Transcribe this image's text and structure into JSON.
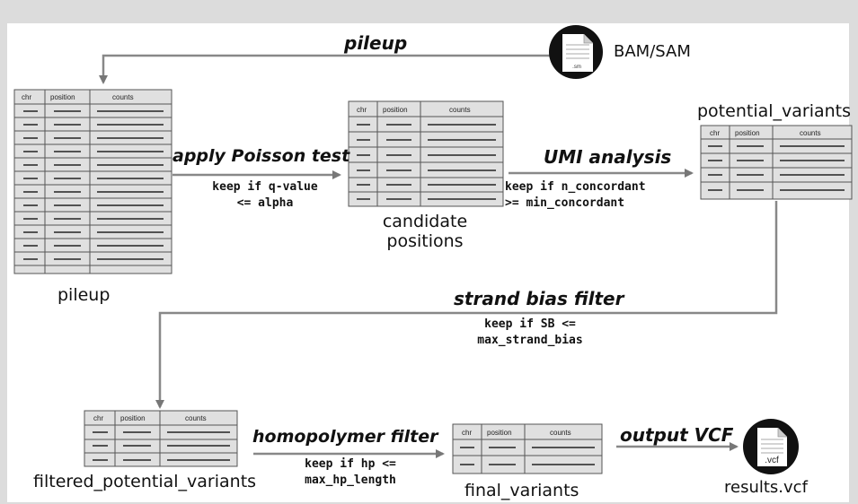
{
  "input": {
    "label": "BAM/SAM",
    "icon_text": ".sm"
  },
  "output": {
    "label": "results.vcf",
    "icon_text": ".vcf"
  },
  "table_headers": [
    "chr",
    "position",
    "counts"
  ],
  "steps": [
    {
      "title": "pileup",
      "condition": ""
    },
    {
      "title": "apply Poisson test",
      "condition": "keep if q-value\n<= alpha"
    },
    {
      "title": "UMI analysis",
      "condition": "keep if n_concordant\n>= min_concordant"
    },
    {
      "title": "strand bias filter",
      "condition": "keep if SB <=\nmax_strand_bias"
    },
    {
      "title": "homopolymer filter",
      "condition": "keep if hp <=\nmax_hp_length"
    },
    {
      "title": "output VCF",
      "condition": ""
    }
  ],
  "tables": [
    {
      "name": "pileup"
    },
    {
      "name": "candidate\npositions"
    },
    {
      "name": "potential_variants"
    },
    {
      "name": "filtered_potential_variants"
    },
    {
      "name": "final_variants"
    }
  ]
}
